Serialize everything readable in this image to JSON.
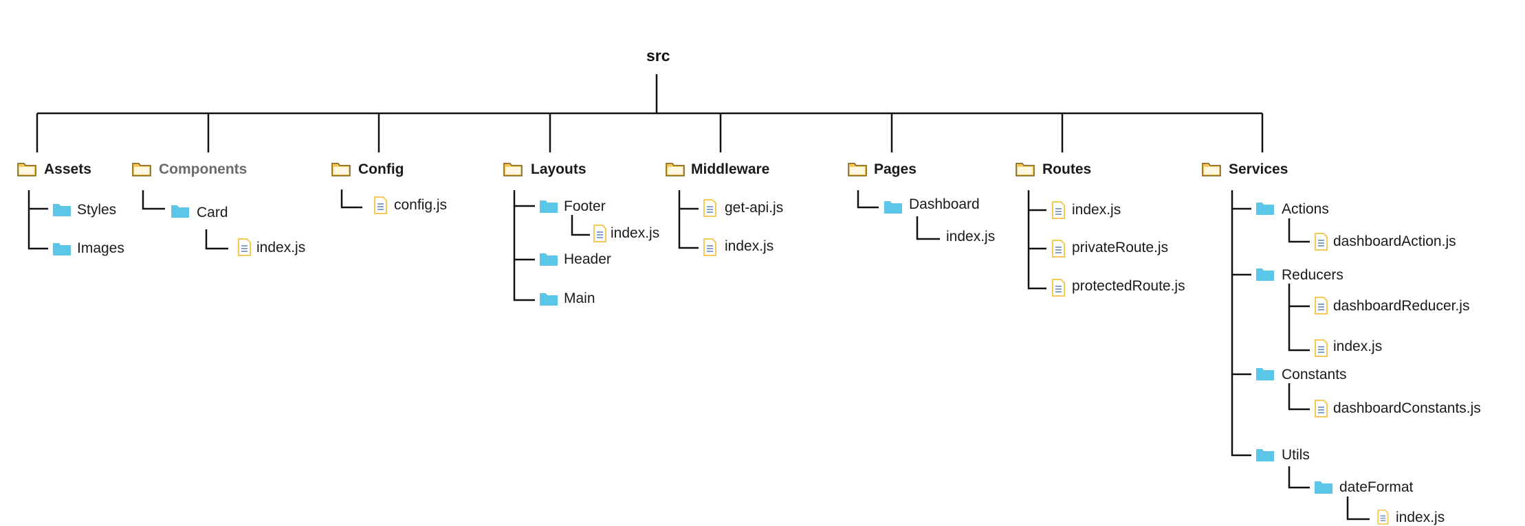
{
  "root": "src",
  "assets": {
    "label": "Assets",
    "styles": "Styles",
    "images": "Images"
  },
  "components": {
    "label": "Components",
    "card": "Card",
    "index": "index.js"
  },
  "config": {
    "label": "Config",
    "file": "config.js"
  },
  "layouts": {
    "label": "Layouts",
    "footer": "Footer",
    "footer_index": "index.js",
    "header": "Header",
    "main": "Main"
  },
  "middleware": {
    "label": "Middleware",
    "get_api": "get-api.js",
    "index": "index.js"
  },
  "pages": {
    "label": "Pages",
    "dashboard": "Dashboard",
    "dashboard_index": "index.js"
  },
  "routes": {
    "label": "Routes",
    "index": "index.js",
    "private": "privateRoute.js",
    "protected": "protectedRoute.js"
  },
  "services": {
    "label": "Services",
    "actions": "Actions",
    "actions_file": "dashboardAction.js",
    "reducers": "Reducers",
    "reducers_file": "dashboardReducer.js",
    "reducers_index": "index.js",
    "constants": "Constants",
    "constants_file": "dashboardConstants.js",
    "utils": "Utils",
    "date_format": "dateFormat",
    "date_format_index": "index.js"
  },
  "colors": {
    "line": "#111111",
    "folder_outline_fill": "#f4c95a",
    "folder_blue": "#5bc6e8",
    "file_body": "#ffffff",
    "file_accent": "#f4c95a",
    "file_lines": "#5a7fb8"
  }
}
